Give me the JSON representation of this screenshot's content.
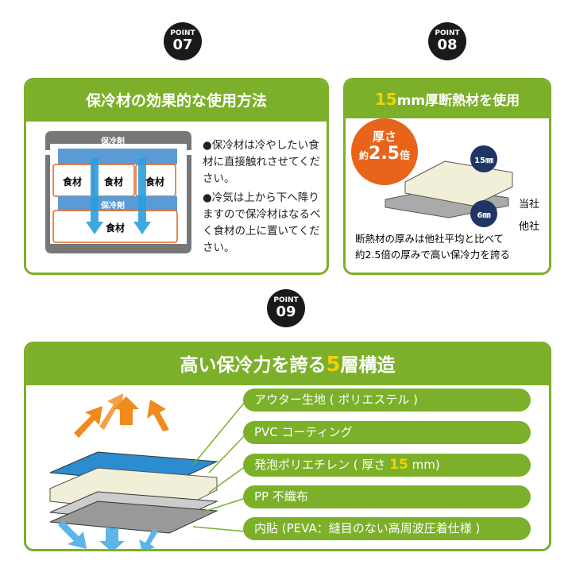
{
  "points": [
    {
      "label": "POINT",
      "number": "07"
    },
    {
      "label": "POINT",
      "number": "08"
    },
    {
      "label": "POINT",
      "number": "09"
    }
  ],
  "panel1": {
    "title": "保冷材の効果的な使用方法",
    "diagram": {
      "ice_pack": "保冷剤",
      "food": "食材"
    },
    "bullets": [
      "●保冷材は冷やしたい食材に直接触れさせてください。",
      "●冷気は上から下へ降りますので保冷材はなるべく食材の上に置いてください。"
    ]
  },
  "panel2": {
    "title_num": "15",
    "title_rest": "mm厚断熱材を使用",
    "badge": {
      "line1": "厚さ",
      "prefix": "約",
      "value": "2.5",
      "suffix": "倍"
    },
    "ours_thickness": "15㎜",
    "others_thickness": "6㎜",
    "ours_label": "当社",
    "others_label": "他社",
    "caption": [
      "断熱材の厚みは他社平均と比べて",
      "約2.5倍の厚みで高い保冷力を誇る"
    ]
  },
  "panel3": {
    "title_pre": "高い保冷力を誇る",
    "title_num": "5",
    "title_post": "層構造",
    "layers": [
      {
        "text": "アウター生地 ( ポリエステル )"
      },
      {
        "text": "PVC コーティング"
      },
      {
        "pre": "発泡ポリエチレン ( 厚さ ",
        "num": "15",
        "post": " mm)"
      },
      {
        "text": "PP 不織布"
      },
      {
        "text": "内貼 (PEVA：縫目のない高周波圧着仕様 )"
      }
    ]
  },
  "colors": {
    "green": "#7cb02a",
    "yellow": "#f5d000",
    "orange": "#e8641b",
    "navy": "#1f3566",
    "blue": "#2a9fe0"
  }
}
